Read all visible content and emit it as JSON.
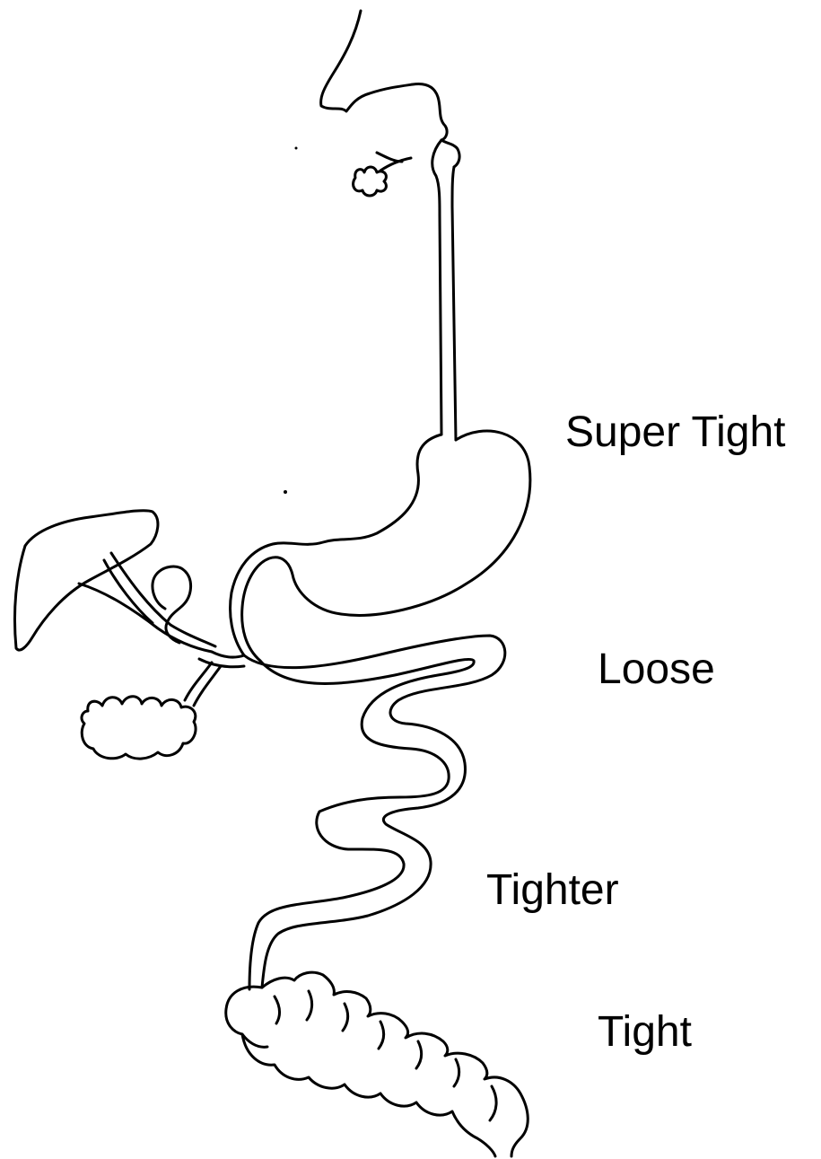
{
  "labels": {
    "super_tight": "Super Tight",
    "loose": "Loose",
    "tighter": "Tighter",
    "tight": "Tight"
  },
  "colors": {
    "ink": "#000000",
    "background": "#ffffff"
  }
}
